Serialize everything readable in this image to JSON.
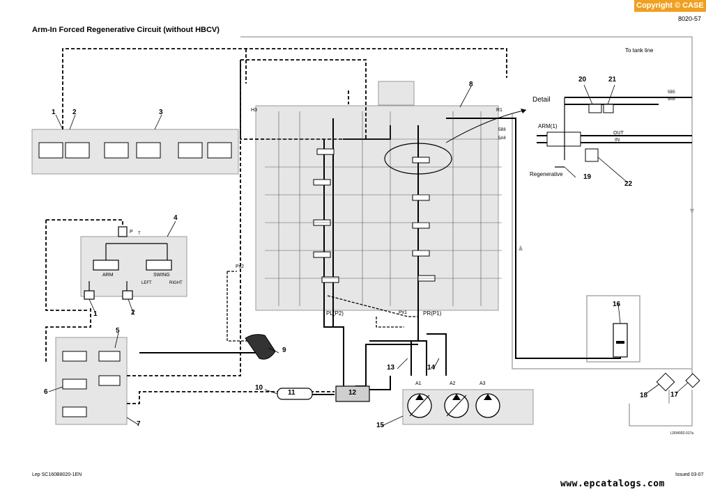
{
  "header": {
    "copyright_text": "Copyright © CASE",
    "title": "Arm-In Forced Regenerative Circuit (without HBCV)",
    "doc_code": "8020-57"
  },
  "footer": {
    "left": "Lep SC160B8020-1EN",
    "right": "Issued 03-07",
    "watermark": "www.epcatalogs.com",
    "figure_id": "LD04002-017a"
  },
  "callouts": [
    "1",
    "2",
    "3",
    "4",
    "1",
    "2",
    "5",
    "6",
    "7",
    "8",
    "9",
    "10",
    "11",
    "12",
    "13",
    "14",
    "15",
    "16",
    "17",
    "18",
    "19",
    "20",
    "21",
    "22"
  ],
  "labels": {
    "detail": "Detail",
    "to_tank": "To tank line",
    "regenerative": "Regenerative",
    "arm1": "ARM(1)",
    "out": "OUT",
    "in": "IN",
    "arm": "ARM",
    "swing": "SWING",
    "left": "LEFT",
    "right": "RIGHT",
    "p": "P",
    "t": "T",
    "h3": "H3",
    "r1": "R1",
    "px2": "Px2",
    "px1": "Px1",
    "pl": "PL(P2)",
    "pr": "PR(P1)",
    "a1": "A1",
    "a2": "A2",
    "a3": "A3",
    "sb5": "5B5",
    "sa5": "5A5",
    "sb8": "5B8",
    "sa8": "5A8"
  },
  "colors": {
    "line": "#000000",
    "pilot_gray": "#a8a8a8",
    "block_fill": "#e6e6e6",
    "copyright_bg": "#f0a020"
  }
}
